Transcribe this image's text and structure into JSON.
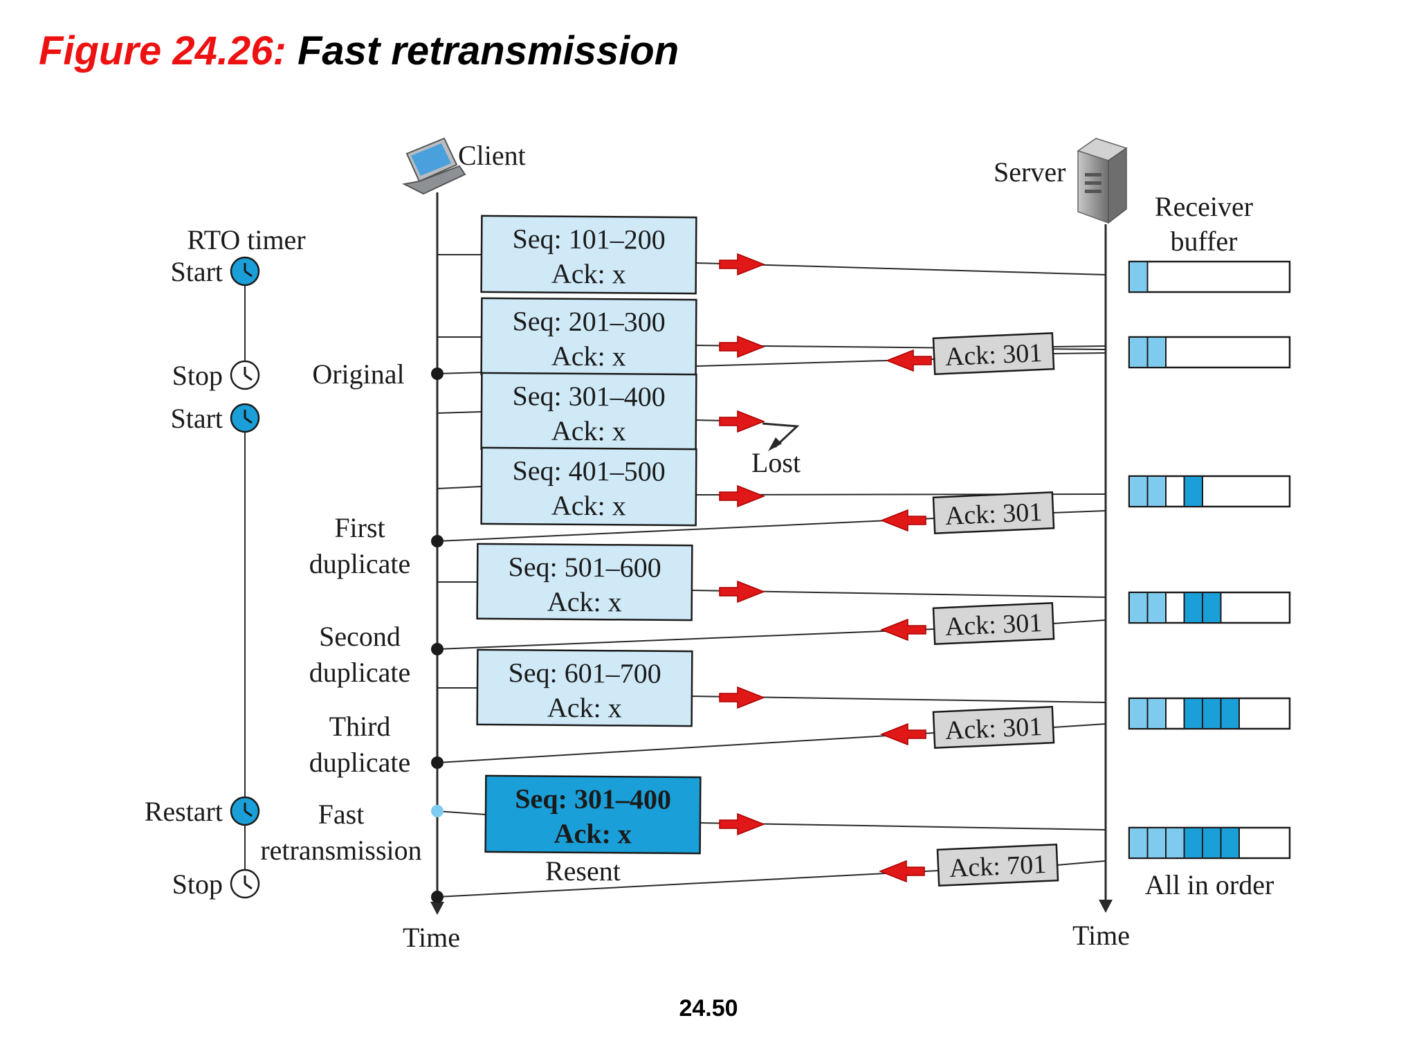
{
  "title": {
    "figure_label": "Figure 24.26:",
    "figure_name": "Fast retransmission"
  },
  "page_number": "24.50",
  "client": {
    "label": "Client",
    "icon": "laptop-icon"
  },
  "server": {
    "label": "Server",
    "icon": "server-tower-icon"
  },
  "receiver_buffer_label": [
    "Receiver",
    "buffer"
  ],
  "rto_timer_label": "RTO timer",
  "time_labels": {
    "client": "Time",
    "server": "Time"
  },
  "timer_events": [
    {
      "label": "Start",
      "state": "running"
    },
    {
      "label": "Stop",
      "state": "stopped"
    },
    {
      "label": "Start",
      "state": "running"
    },
    {
      "label": "Restart",
      "state": "running"
    },
    {
      "label": "Stop",
      "state": "stopped"
    }
  ],
  "ack_event_labels": [
    {
      "lines": [
        "Original"
      ]
    },
    {
      "lines": [
        "First",
        "duplicate"
      ]
    },
    {
      "lines": [
        "Second",
        "duplicate"
      ]
    },
    {
      "lines": [
        "Third",
        "duplicate"
      ]
    },
    {
      "lines": [
        "Fast",
        "retransmission"
      ]
    }
  ],
  "segments": [
    {
      "seq": "Seq: 101–200",
      "ack": "Ack: x",
      "style": "normal",
      "lost": false
    },
    {
      "seq": "Seq: 201–300",
      "ack": "Ack: x",
      "style": "normal",
      "lost": false
    },
    {
      "seq": "Seq: 301–400",
      "ack": "Ack: x",
      "style": "normal",
      "lost": true
    },
    {
      "seq": "Seq: 401–500",
      "ack": "Ack: x",
      "style": "normal",
      "lost": false
    },
    {
      "seq": "Seq: 501–600",
      "ack": "Ack: x",
      "style": "normal",
      "lost": false
    },
    {
      "seq": "Seq: 601–700",
      "ack": "Ack: x",
      "style": "normal",
      "lost": false
    },
    {
      "seq": "Seq: 301–400",
      "ack": "Ack: x",
      "style": "resent",
      "lost": false
    }
  ],
  "lost_label": "Lost",
  "resent_label": "Resent",
  "acks": [
    {
      "label": "Ack: 301"
    },
    {
      "label": "Ack: 301"
    },
    {
      "label": "Ack: 301"
    },
    {
      "label": "Ack: 301"
    },
    {
      "label": "Ack: 701"
    }
  ],
  "buffer_states": [
    [
      1,
      0,
      0,
      0,
      0,
      0
    ],
    [
      1,
      1,
      0,
      0,
      0,
      0
    ],
    [
      1,
      1,
      0,
      2,
      0,
      0
    ],
    [
      1,
      1,
      0,
      2,
      2,
      0
    ],
    [
      1,
      1,
      0,
      2,
      2,
      2
    ],
    [
      1,
      1,
      3,
      2,
      2,
      2
    ]
  ],
  "all_in_order_label": "All in order",
  "colors": {
    "segment_fill": "#cfe9f7",
    "resent_fill": "#1a9fd8",
    "ack_fill": "#d6d6d6",
    "arrow_red": "#e01818",
    "buffer_light": "#7fcbef",
    "buffer_dark": "#1a9fd8",
    "timer_blue": "#1a9fd8",
    "line_dark": "#2a2a2a"
  }
}
